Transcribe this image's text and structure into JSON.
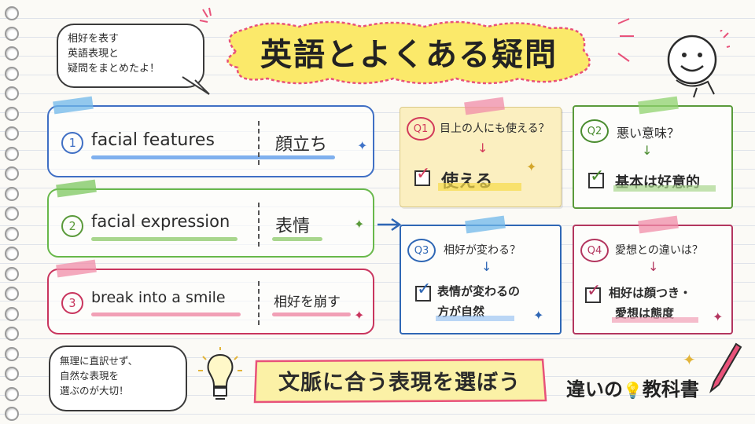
{
  "title": "英語とよくある疑問",
  "intro_bubble": {
    "lines": [
      "相好を表す",
      "英語表現と",
      "疑問をまとめたよ！"
    ]
  },
  "terms": [
    {
      "number": "1",
      "en": "facial features",
      "ja": "顔立ち",
      "color": "#3f6fc4"
    },
    {
      "number": "2",
      "en": "facial expression",
      "ja": "表情",
      "color": "#5a9a3a"
    },
    {
      "number": "3",
      "en": "break into a smile",
      "ja": "相好を崩す",
      "color": "#c9355e"
    }
  ],
  "questions": [
    {
      "label": "Q1",
      "question": "目上の人にも使える？",
      "answer": "使える",
      "accent": "#d23a5a",
      "bg": "#fbefc0"
    },
    {
      "label": "Q2",
      "question": "悪い意味？",
      "answer": "基本は好意的",
      "accent": "#4a8c2f",
      "bg": "#fdfdfb"
    },
    {
      "label": "Q3",
      "question": "相好が変わる？",
      "answer_lines": [
        "表情が変わるの",
        "方が自然"
      ],
      "accent": "#2f67b5",
      "bg": "#fdfdfb"
    },
    {
      "label": "Q4",
      "question": "愛想との違いは？",
      "answer_lines": [
        "相好は顔つき・",
        "愛想は態度"
      ],
      "accent": "#b3365f",
      "bg": "#fdfdfb"
    }
  ],
  "tip_bubble": {
    "lines": [
      "無理に直訳せず、",
      "自然な表現を",
      "選ぶのが大切！"
    ]
  },
  "banner": "文脈に合う表現を選ぼう",
  "logo": {
    "part1": "違いの",
    "part2": "教科書"
  },
  "colors": {
    "highlight_yellow": "#fbe96a",
    "pink": "#e8527a",
    "green": "#68b84a",
    "blue": "#3f73c8"
  },
  "icons": {
    "face": "smiley-face-icon",
    "bulb": "lightbulb-icon",
    "pen": "pen-icon",
    "sparkle": "sparkle-icon"
  }
}
